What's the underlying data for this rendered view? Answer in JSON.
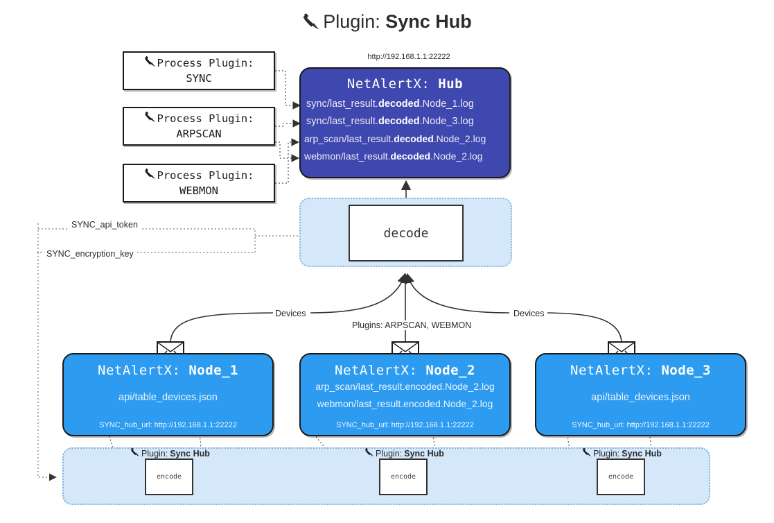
{
  "title": {
    "icon": "plug-icon",
    "prefix": "Plugin:",
    "name": "Sync Hub"
  },
  "hub": {
    "url": "http://192.168.1.1:22222",
    "label_prefix": "NetAlertX:",
    "label_name": "Hub",
    "color": "#3f48ae",
    "rows": [
      {
        "pre": "sync/last_result.",
        "mid": "decoded",
        "post": ".Node_1.log"
      },
      {
        "pre": "sync/last_result.",
        "mid": "decoded",
        "post": ".Node_3.log"
      },
      {
        "pre": "arp_scan/last_result.",
        "mid": "decoded",
        "post": ".Node_2.log"
      },
      {
        "pre": "webmon/last_result.",
        "mid": "decoded",
        "post": ".Node_2.log"
      }
    ]
  },
  "process_plugins": [
    {
      "icon": "plug-icon",
      "label": "Process Plugin:",
      "name": "SYNC"
    },
    {
      "icon": "plug-icon",
      "label": "Process Plugin:",
      "name": "ARPSCAN"
    },
    {
      "icon": "plug-icon",
      "label": "Process Plugin:",
      "name": "WEBMON"
    }
  ],
  "decode": {
    "label": "decode",
    "container_color": "#d4e8fa"
  },
  "settings": {
    "api_token": "SYNC_api_token",
    "encryption_key": "SYNC_encryption_key"
  },
  "edge_labels": {
    "devices_left": "Devices",
    "devices_right": "Devices",
    "plugins": "Plugins: ARPSCAN, WEBMON"
  },
  "nodes": [
    {
      "label_prefix": "NetAlertX:",
      "label_name": "Node_1",
      "color": "#2d9bf0",
      "lines": [
        "api/table_devices.json"
      ],
      "hub_url": "SYNC_hub_url: http://192.168.1.1:22222",
      "envelope_icon": "envelope-icon"
    },
    {
      "label_prefix": "NetAlertX:",
      "label_name": "Node_2",
      "color": "#2d9bf0",
      "lines": [
        "arp_scan/last_result.encoded.Node_2.log",
        "webmon/last_result.encoded.Node_2.log"
      ],
      "hub_url": "SYNC_hub_url: http://192.168.1.1:22222",
      "envelope_icon": "envelope-icon"
    },
    {
      "label_prefix": "NetAlertX:",
      "label_name": "Node_3",
      "color": "#2d9bf0",
      "lines": [
        "api/table_devices.json"
      ],
      "hub_url": "SYNC_hub_url: http://192.168.1.1:22222",
      "envelope_icon": "envelope-icon"
    }
  ],
  "encoders": [
    {
      "caption_prefix": "Plugin:",
      "caption_name": "Sync Hub",
      "box_label": "encode",
      "icon": "plug-icon"
    },
    {
      "caption_prefix": "Plugin:",
      "caption_name": "Sync Hub",
      "box_label": "encode",
      "icon": "plug-icon"
    },
    {
      "caption_prefix": "Plugin:",
      "caption_name": "Sync Hub",
      "box_label": "encode",
      "icon": "plug-icon"
    }
  ]
}
